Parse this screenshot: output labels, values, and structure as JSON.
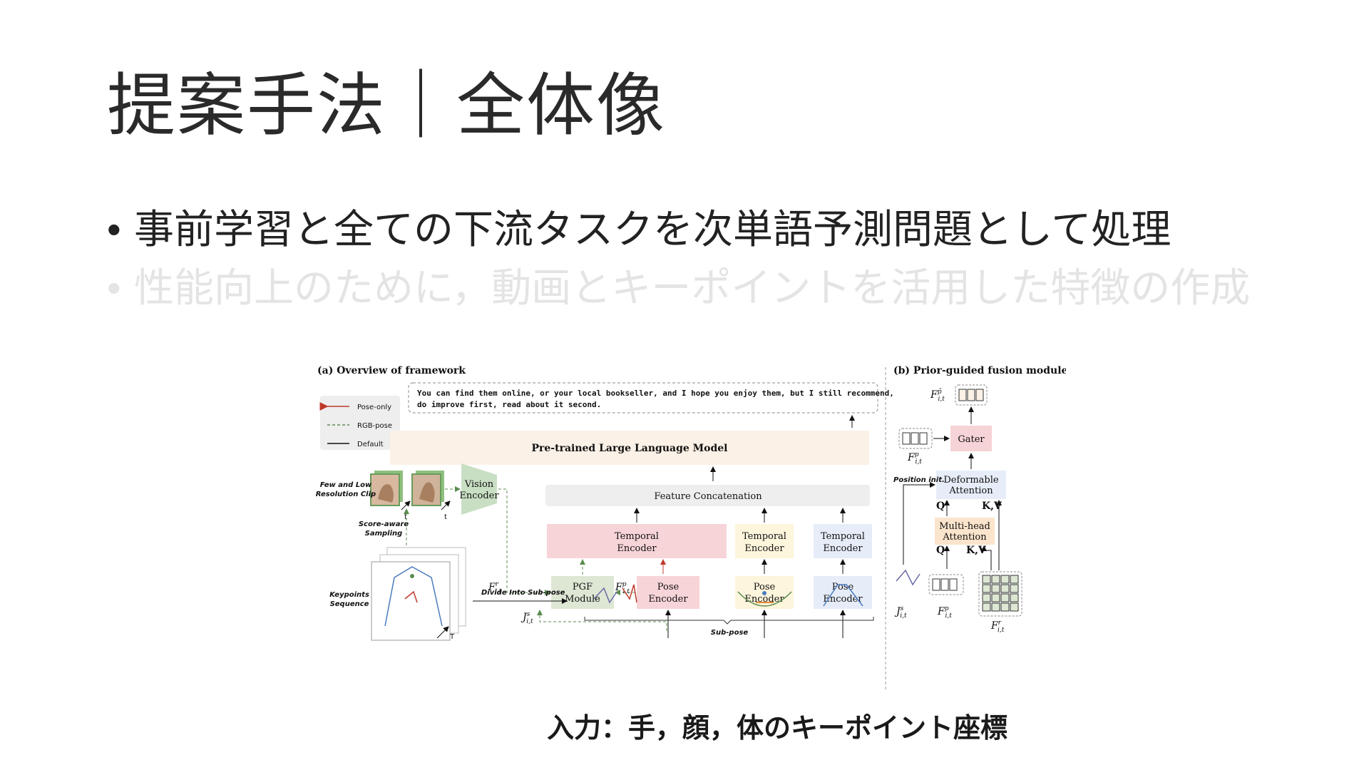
{
  "slide": {
    "title": "提案手法｜全体像",
    "bullets": [
      "事前学習と全ての下流タスクを次単語予測問題として処理",
      "性能向上のために，動画とキーポイントを活用した特徴の作成"
    ],
    "caption": "入力：手，顔，体のキーポイント座標"
  },
  "diagram": {
    "panel_a_title": "(a) Overview of framework",
    "panel_b_title": "(b) Prior-guided fusion module",
    "legend": [
      "Pose-only",
      "RGB-pose",
      "Default"
    ],
    "output_text_1": "You can find them online, or your local bookseller, and I hope you enjoy them, but I still recommend,",
    "output_text_2": "do improve first, read about it second.",
    "llm": "Pre-trained Large Language Model",
    "feature_concat": "Feature Concatenation",
    "temporal_encoder_1": "Temporal",
    "temporal_encoder_2": "Encoder",
    "pose_encoder_1": "Pose",
    "pose_encoder_2": "Encoder",
    "pgf_1": "PGF",
    "pgf_2": "Module",
    "vision_encoder_1": "Vision",
    "vision_encoder_2": "Encoder",
    "clip_label_1": "Few and Low",
    "clip_label_2": "Resolution Clip",
    "sampling_1": "Score-aware",
    "sampling_2": "Sampling",
    "keypoints_1": "Keypoints",
    "keypoints_2": "Sequence",
    "divide": "Divide Into Sub-pose",
    "subpose": "Sub-pose",
    "axis_t": "t",
    "axis_T": "T",
    "gater": "Gater",
    "deformable_1": "Deformable",
    "deformable_2": "Attention",
    "mha_1": "Multi-head",
    "mha_2": "Attention",
    "position_init": "Position init.",
    "q": "Q",
    "kv": "K,V",
    "f_r": "F",
    "f_r_sup": "r",
    "f_p": "F",
    "f_p_sup": "p",
    "j_s": "J",
    "j_s_sup": "s",
    "sub_it": "i,t",
    "f_hat_sup": "p̂"
  },
  "colors": {
    "llm": "#fbf1e6",
    "temporal_pink": "#f7d4d8",
    "temporal_yellow": "#fdf5dc",
    "temporal_blue": "#e6ecf8",
    "pgf": "#dde7d4",
    "vision": "#c9dfc4",
    "gater": "#f6d3d6",
    "mha": "#fbe4cc",
    "deformable": "#e6ecf8",
    "pose_only": "#c0392b",
    "rgb_pose": "#5b8c4f"
  }
}
